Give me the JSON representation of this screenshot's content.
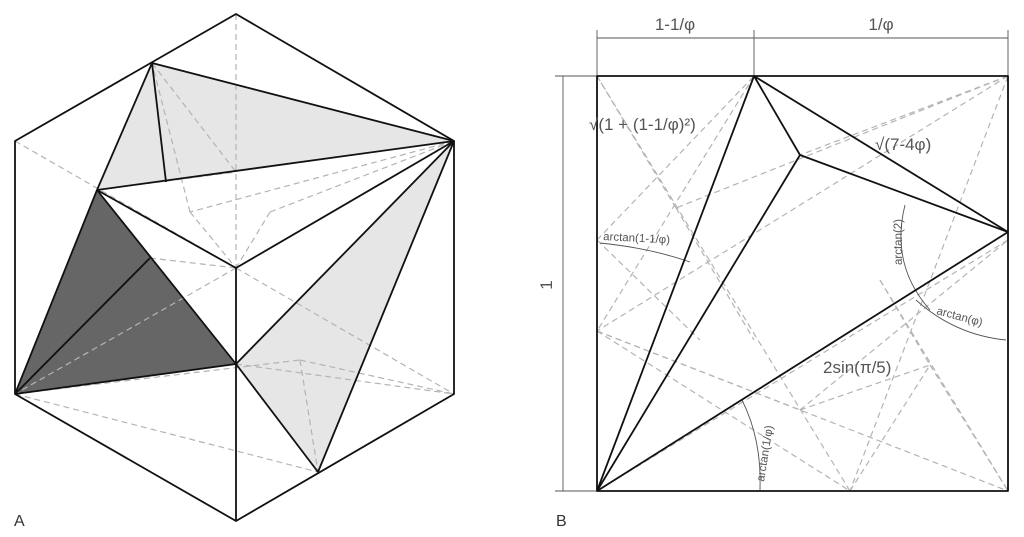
{
  "panel_a": {
    "label": "A"
  },
  "panel_b": {
    "label": "B",
    "dim_top_left": "1-1/φ",
    "dim_top_right": "1/φ",
    "dim_left": "1",
    "edge_left": "√(1 + (1-1/φ)²)",
    "edge_upper_right": "√(7-4φ)",
    "edge_long": "2sin(π/5)",
    "angle_left": "arctan(1-1/φ)",
    "angle_right_vertical": "arctan(2)",
    "angle_right_lower": "arctan(φ)",
    "angle_bottom": "arctan(1/φ)"
  },
  "colors": {
    "line": "#111111",
    "dashed": "#b4b4b4",
    "shade_light": "#e6e6e6",
    "shade_dark": "#666666",
    "label": "#555555"
  }
}
